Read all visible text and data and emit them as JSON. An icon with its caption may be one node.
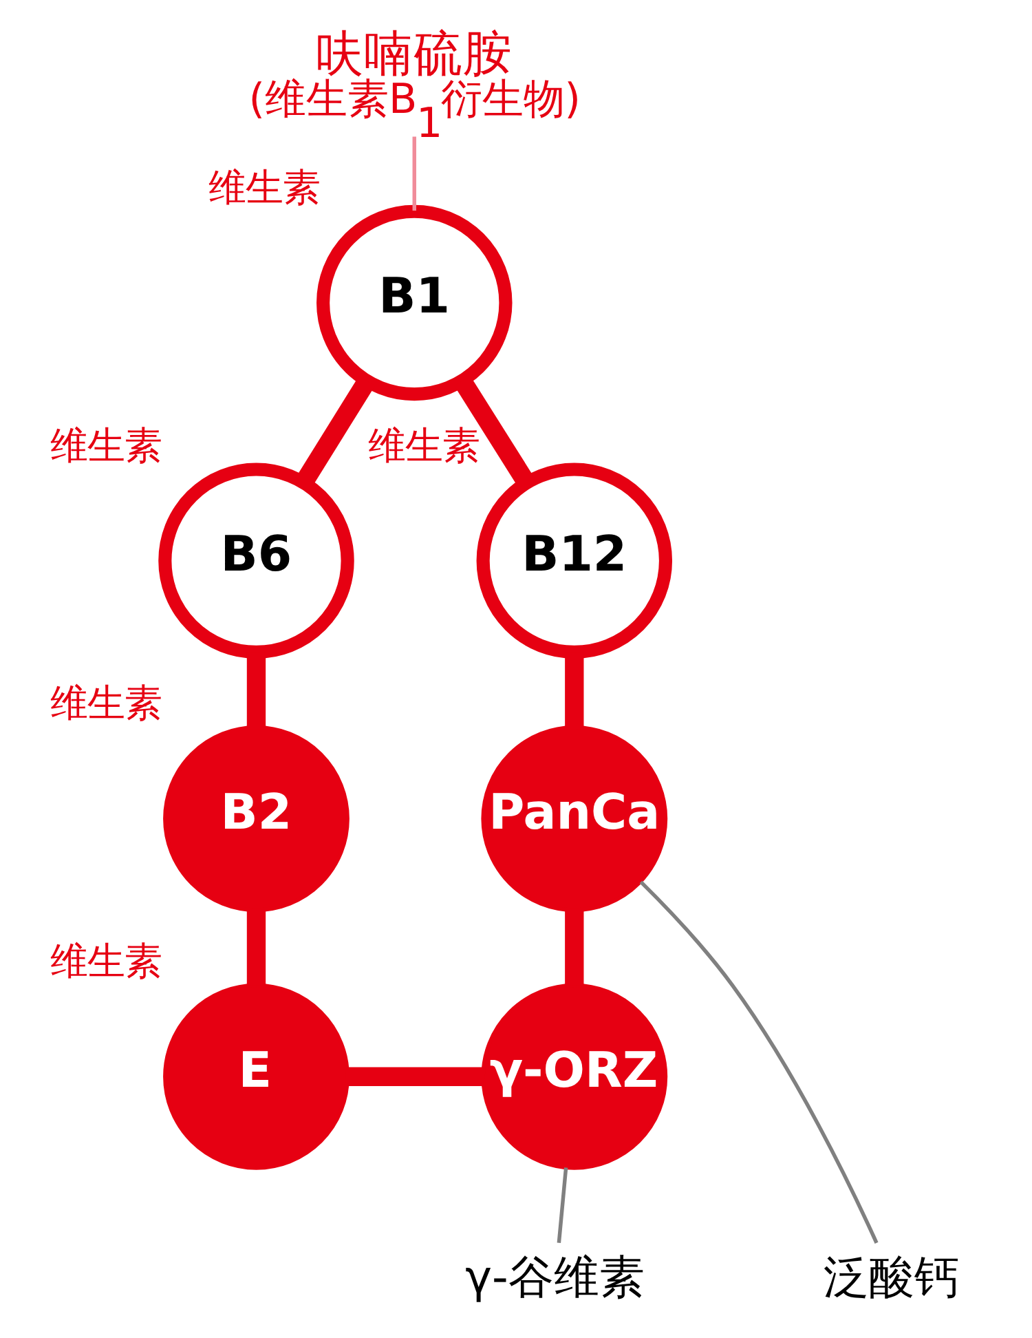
{
  "diagram": {
    "nodes": [
      {
        "text": [
          "呋喃硫胺",
          "(维生素B$_{1}$衍生物)"
        ]
      },
      {
        "text": [
          "B1"
        ],
        "beside": [
          "维生素"
        ]
      },
      {
        "text": [
          "B6"
        ],
        "beside": [
          "维生素"
        ]
      },
      {
        "text": [
          "B12"
        ],
        "beside": [
          "维生素"
        ]
      },
      {
        "text": [
          "B2"
        ],
        "beside": [
          "维生素"
        ]
      },
      {
        "text": [
          "PanCa"
        ]
      },
      {
        "text": [
          "E"
        ],
        "beside": [
          "维生素"
        ]
      },
      {
        "text": [
          "γ-ORZ"
        ]
      },
      {
        "text": [
          "γ-谷维素"
        ]
      },
      {
        "text": [
          "泛酸钙"
        ]
      }
    ],
    "edges": [
      {
        "from": 1,
        "to": 3,
        "arrow": "none"
      },
      {
        "from": 3,
        "to": 5,
        "arrow": "none"
      },
      {
        "from": 5,
        "to": 7,
        "arrow": "none"
      },
      {
        "from": 7,
        "to": 6,
        "arrow": "none"
      },
      {
        "from": 6,
        "to": 4,
        "arrow": "none"
      },
      {
        "from": 4,
        "to": 2,
        "arrow": "none"
      },
      {
        "from": 2,
        "to": 1,
        "arrow": "none"
      },
      {
        "from": 0,
        "to": 1,
        "arrow": "none",
        "color": "#f08c9a"
      },
      {
        "from": 8,
        "to": 7,
        "arrow": "none",
        "color": "#808080"
      },
      {
        "from": 9,
        "to": 5,
        "arrow": "none",
        "color": "#808080"
      }
    ]
  }
}
